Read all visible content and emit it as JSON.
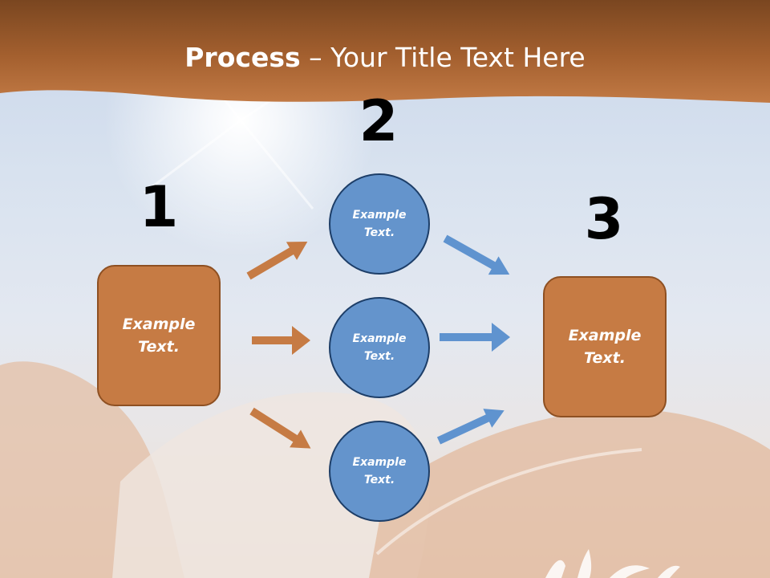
{
  "title": {
    "bold": "Process",
    "rest": " – Your Title Text Here"
  },
  "steps": {
    "one": "1",
    "two": "2",
    "three": "3"
  },
  "nodes": {
    "left_box": "Example Text.",
    "circle_top": "Example Text.",
    "circle_mid": "Example Text.",
    "circle_bottom": "Example Text.",
    "right_box": "Example Text."
  },
  "colors": {
    "header": "#a9693a",
    "box_fill": "#c67b44",
    "circle_fill": "#6494cc",
    "orange_arrow": "#c67b44",
    "blue_arrow": "#5f93cf"
  }
}
